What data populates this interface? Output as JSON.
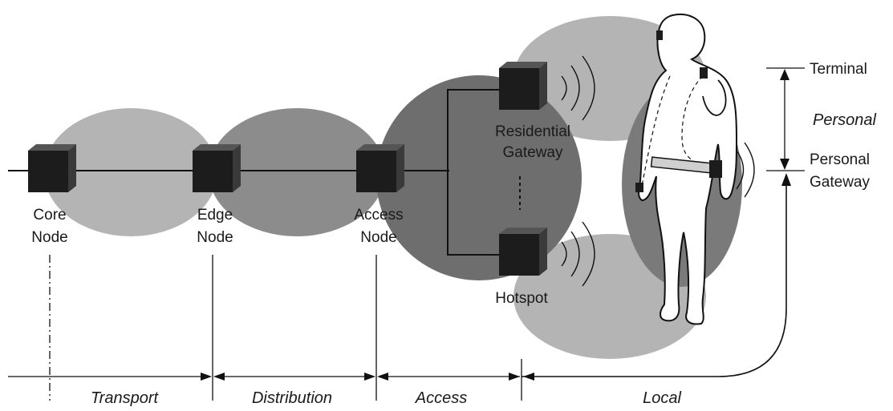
{
  "nodes": {
    "core": [
      "Core",
      "Node"
    ],
    "edge": [
      "Edge",
      "Node"
    ],
    "access": [
      "Access",
      "Node"
    ],
    "residential_gateway": [
      "Residential",
      "Gateway"
    ],
    "hotspot": "Hotspot",
    "terminal": "Terminal",
    "personal_gateway": [
      "Personal",
      "Gateway"
    ]
  },
  "scale_labels": {
    "personal": "Personal"
  },
  "segments": [
    "Transport",
    "Distribution",
    "Access",
    "Local"
  ],
  "colors": {
    "light_gray": "#b4b4b4",
    "mid_gray": "#8c8c8c",
    "dark_gray": "#6e6e6e",
    "node": "#1c1c1c"
  }
}
